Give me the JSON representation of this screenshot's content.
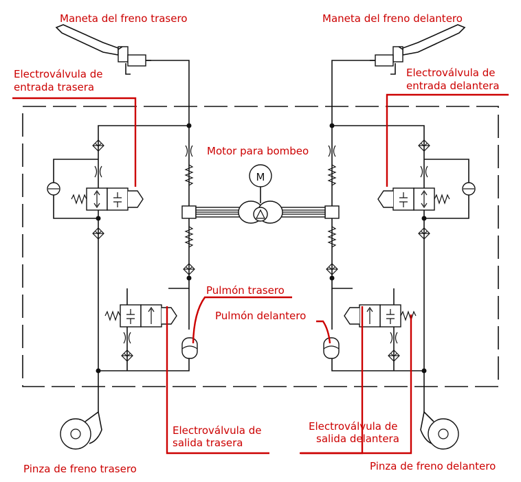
{
  "labels": {
    "rear_lever": "Maneta del freno trasero",
    "front_lever": "Maneta del freno delantero",
    "rear_inlet_line1": "Electroválvula de",
    "rear_inlet_line2": "entrada trasera",
    "front_inlet_line1": "Electroválvula de",
    "front_inlet_line2": "entrada delantera",
    "pump_motor": "Motor para bombeo",
    "motor_symbol": "M",
    "rear_accumulator": "Pulmón trasero",
    "front_accumulator": "Pulmón delantero",
    "rear_outlet_line1": "Electroválvula de",
    "rear_outlet_line2": "salida trasera",
    "front_outlet_line1": "Electroválvula de",
    "front_outlet_line2": "salida delantera",
    "rear_caliper": "Pinza de freno trasero",
    "front_caliper": "Pinza de freno delantero"
  },
  "colors": {
    "label_red": "#cc0000",
    "line_black": "#111111",
    "background": "#ffffff"
  }
}
